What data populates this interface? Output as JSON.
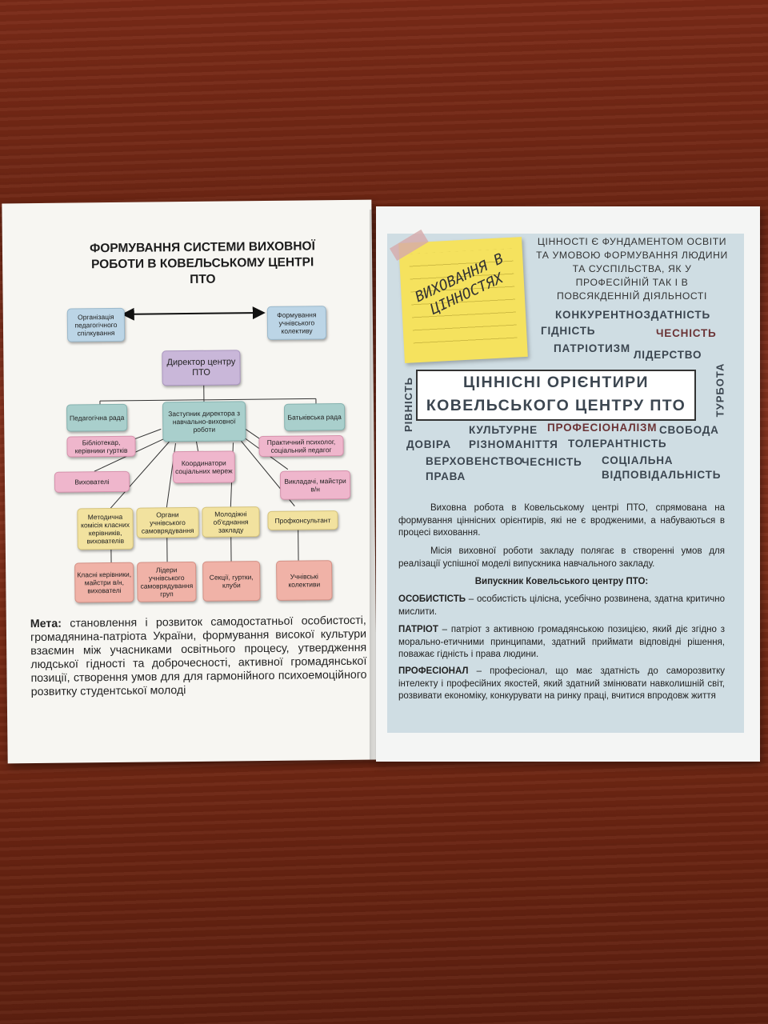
{
  "left_page": {
    "title": "ФОРМУВАННЯ СИСТЕМИ ВИХОВНОЇ РОБОТИ В КОВЕЛЬСЬКОМУ ЦЕНТРІ ПТО",
    "boxes": {
      "org_ped": "Організація педагогічного спілкування",
      "form_coll": "Формування учнівського колективу",
      "director": "Директор центру ПТО",
      "ped_rada": "Педагогічна рада",
      "deputy": "Заступник директора з навчально-виховної роботи",
      "bat_rada": "Батьківська рада",
      "library": "Бібліотекар, керівники гуртків",
      "psych": "Практичний психолог, соціальний педагог",
      "coord": "Координатори соціальних мереж",
      "vykhovateli": "Вихователі",
      "vykladachi": "Викладачі, майстри в/н",
      "metod": "Методична комісія класних керівників, вихователів",
      "organy": "Органи учнівського самоврядування",
      "molod": "Молодіжні об'єднання закладу",
      "profkons": "Профконсультант",
      "klasni": "Класні керівники, майстри в/н, вихователі",
      "lidery": "Лідери учнівського самоврядування груп",
      "sektsii": "Секції, гуртки, клуби",
      "uchn_koll": "Учнівські колективи"
    },
    "mission_label": "Мета:",
    "mission_text": "становлення і розвиток самодостатньої особистості, громадянина-патріота України, формування високої культури взаємин між учасниками освітнього процесу, утвердження людської гідності та доброчесності, активної громадянської позиції, створення умов для для гармонійного психоемоційного розвитку студентської молоді"
  },
  "right_page": {
    "note_text": "ВИХОВАННЯ В ЦІННОСТЯХ",
    "intro": "ЦІННОСТІ Є ФУНДАМЕНТОМ ОСВІТИ ТА УМОВОЮ ФОРМУВАННЯ ЛЮДИНИ ТА СУСПІЛЬСТВА, ЯК У ПРОФЕСІЙНІЙ ТАК І В ПОВСЯКДЕННІЙ ДІЯЛЬНОСТІ",
    "banner_line1": "ЦІННІСНІ ОРІЄНТИРИ",
    "banner_line2": "КОВЕЛЬСЬКОГО ЦЕНТРУ ПТО",
    "words": {
      "konkur": "КОНКУРЕНТНОЗДАТНІСТЬ",
      "hidnist": "ГІДНІСТЬ",
      "chesnist1": "ЧЕСНІСТЬ",
      "patriot": "ПАТРІОТИЗМ",
      "liderstvo": "ЛІДЕРСТВО",
      "rivnist": "РІВНІСТЬ",
      "turbota": "ТУРБОТА",
      "kulturne": "КУЛЬТУРНЕ",
      "profesionalizm": "ПРОФЕСІОНАЛІЗМ",
      "svoboda": "СВОБОДА",
      "dovira": "ДОВІРА",
      "riznomanittia": "РІЗНОМАНІТТЯ",
      "tolerantnist": "ТОЛЕРАНТНІСТЬ",
      "verkhovenstvo": "ВЕРХОВЕНСТВО",
      "chesnist2": "ЧЕСНІСТЬ",
      "sotsialna": "СОЦІАЛЬНА",
      "prava": "ПРАВА",
      "vidpovidalnist": "ВІДПОВІДАЛЬНІСТЬ"
    },
    "para1": "Виховна робота в Ковельському центрі ПТО, спрямована на формування ціннісних орієнтирів, які не є вродженими, а набуваються в процесі виховання.",
    "para2": "Місія виховної роботи закладу полягає в створенні умов для реалізації успішної моделі випускника навчального закладу.",
    "graduate_heading": "Випускник Ковельського центру ПТО:",
    "item1_label": "ОСОБИСТІСТЬ",
    "item1_text": " – особистість цілісна, усебічно розвинена, здатна критично мислити.",
    "item2_label": "ПАТРІОТ",
    "item2_text": " – патріот з активною громадянською позицією, який діє згідно з морально-етичними принципами, здатний приймати відповідні рішення, поважає гідність і права людини.",
    "item3_label": "ПРОФЕСІОНАЛ",
    "item3_text": " – професіонал, що має здатність до саморозвитку інтелекту і професійних якостей, який здатний змінювати навколишній світ, розвивати економіку, конкурувати на ринку праці, вчитися впродовж життя"
  },
  "colors": {
    "table_wood": "#7a2a17",
    "panel_bg": "#cfdde3",
    "sticky_note": "#f5e25e",
    "value_word": "#3c4650",
    "value_word_accent": "#6b3436"
  }
}
